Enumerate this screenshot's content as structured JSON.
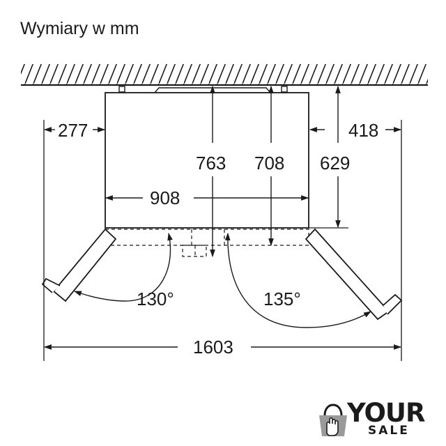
{
  "title": "Wymiary w mm",
  "dimensions": {
    "left_clearance": "277",
    "right_clearance": "418",
    "height_total": "763",
    "height_body": "708",
    "height_depth": "629",
    "width_body": "908",
    "angle_left": "130°",
    "angle_right": "135°",
    "width_total": "1603"
  },
  "logo": {
    "word1": "YOUR",
    "word2": "SALE"
  },
  "colors": {
    "line": "#1a1a1a",
    "logo": "#1b1b1b"
  }
}
